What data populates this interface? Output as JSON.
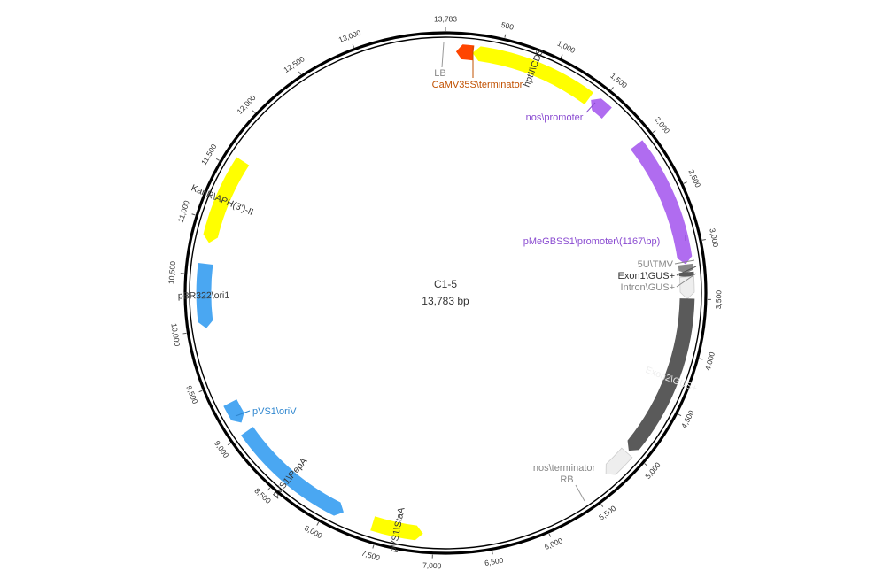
{
  "plasmid": {
    "name": "C1-5",
    "size_label": "13,783 bp",
    "length": 13783
  },
  "ruler": {
    "ticks": [
      {
        "pos": 13783,
        "label": "13,783"
      },
      {
        "pos": 500,
        "label": "500"
      },
      {
        "pos": 1000,
        "label": "1,000"
      },
      {
        "pos": 1500,
        "label": "1,500"
      },
      {
        "pos": 2000,
        "label": "2,000"
      },
      {
        "pos": 2500,
        "label": "2,500"
      },
      {
        "pos": 3000,
        "label": "3,000"
      },
      {
        "pos": 3500,
        "label": "3,500"
      },
      {
        "pos": 4000,
        "label": "4,000"
      },
      {
        "pos": 4500,
        "label": "4,500"
      },
      {
        "pos": 5000,
        "label": "5,000"
      },
      {
        "pos": 5500,
        "label": "5,500"
      },
      {
        "pos": 6000,
        "label": "6,000"
      },
      {
        "pos": 6500,
        "label": "6,500"
      },
      {
        "pos": 7000,
        "label": "7,000"
      },
      {
        "pos": 7500,
        "label": "7,500"
      },
      {
        "pos": 8000,
        "label": "8,000"
      },
      {
        "pos": 8500,
        "label": "8,500"
      },
      {
        "pos": 9000,
        "label": "9,000"
      },
      {
        "pos": 9500,
        "label": "9,500"
      },
      {
        "pos": 10000,
        "label": "10,000"
      },
      {
        "pos": 10500,
        "label": "10,500"
      },
      {
        "pos": 11000,
        "label": "11,000"
      },
      {
        "pos": 11500,
        "label": "11,500"
      },
      {
        "pos": 12000,
        "label": "12,000"
      },
      {
        "pos": 12500,
        "label": "12,500"
      },
      {
        "pos": 13000,
        "label": "13,000"
      }
    ]
  },
  "colors": {
    "backbone": "#000000",
    "cds": "#ffff00",
    "terminator_red": "#ff4500",
    "promoter": "#b06cf0",
    "gus_dark": "#5a5a5a",
    "light_gray": "#eeeeee",
    "ori_blue": "#4aa7f2",
    "label_gray": "#888888",
    "label_purple": "#8a4bd1",
    "label_orange": "#c15000",
    "label_blue": "#2e86cf",
    "label_dark": "#333333"
  },
  "features": [
    {
      "name": "hptII\\CDS",
      "start": 250,
      "end": 1390,
      "direction": "reverse",
      "color": "#ffff00",
      "label_inside": true,
      "label_color": "#333333"
    },
    {
      "name": "CaMV35S\\terminator",
      "start": 100,
      "end": 250,
      "direction": "reverse",
      "color": "#ff4500",
      "label_color": "#c15000"
    },
    {
      "name": "nos\\promoter",
      "start": 1420,
      "end": 1600,
      "direction": "reverse",
      "color": "#b06cf0",
      "label_color": "#8a4bd1"
    },
    {
      "name": "pMeGBSS1\\promoter\\(1167\\bp)",
      "start": 2000,
      "end": 3180,
      "direction": "forward",
      "color": "#b06cf0",
      "label_color": "#8a4bd1"
    },
    {
      "name": "5U\\TMV",
      "start": 3190,
      "end": 3260,
      "direction": "forward",
      "color": "#888888",
      "label_color": "#888888"
    },
    {
      "name": "Exon1\\GUS+",
      "start": 3260,
      "end": 3300,
      "direction": "forward",
      "color": "#5a5a5a",
      "label_color": "#333333"
    },
    {
      "name": "Intron\\GUS+",
      "start": 3300,
      "end": 3500,
      "direction": "forward",
      "color": "#eeeeee",
      "label_color": "#888888"
    },
    {
      "name": "Exon2\\GUS+",
      "start": 3500,
      "end": 5000,
      "direction": "forward",
      "color": "#5a5a5a",
      "label_inside": true,
      "label_color": "#eeeeee"
    },
    {
      "name": "nos\\terminator",
      "start": 5030,
      "end": 5300,
      "direction": "forward",
      "color": "#eeeeee",
      "label_color": "#888888"
    },
    {
      "name": "pVS1\\StaA",
      "start": 7100,
      "end": 7560,
      "direction": "reverse",
      "color": "#ffff00",
      "label_inside": true,
      "label_color": "#333333"
    },
    {
      "name": "pVS1\\RepA",
      "start": 7850,
      "end": 9000,
      "direction": "reverse",
      "color": "#4aa7f2",
      "label_inside": true,
      "label_color": "#333333"
    },
    {
      "name": "pVS1\\oriV",
      "start": 9100,
      "end": 9300,
      "direction": "reverse",
      "color": "#4aa7f2",
      "label_color": "#2e86cf"
    },
    {
      "name": "pBR322\\ori1",
      "start": 10020,
      "end": 10600,
      "direction": "reverse",
      "color": "#4aa7f2",
      "label_inside": true,
      "label_color": "#333333"
    },
    {
      "name": "KanR\\APH(3')-II",
      "start": 10800,
      "end": 11600,
      "direction": "reverse",
      "color": "#ffff00",
      "label_inside": true,
      "label_color": "#333333"
    }
  ],
  "markers": [
    {
      "name": "LB",
      "pos": 13780,
      "label_color": "#888888"
    },
    {
      "name": "RB",
      "pos": 5320,
      "label_color": "#888888"
    }
  ],
  "visible_text": {
    "hpt": "hptII\\CDS",
    "camv": "CaMV35S\\terminator",
    "nos_prom": "nos\\promoter",
    "pme": "pMeGBSS1\\promoter\\(1167\\bp)",
    "tmv": "5U\\TMV",
    "exon1": "Exon1\\GUS+",
    "intron": "Intron\\GUS+",
    "exon2": "Exon2\\GUS+",
    "nos_term": "nos\\terminator",
    "rb": "RB",
    "lb": "LB",
    "staa": "pVS1\\StaA",
    "repa": "pVS1\\RepA",
    "oriv": "pVS1\\oriV",
    "pbr": "pBR322\\ori1",
    "kan": "KanR\\APH(3')-II"
  }
}
